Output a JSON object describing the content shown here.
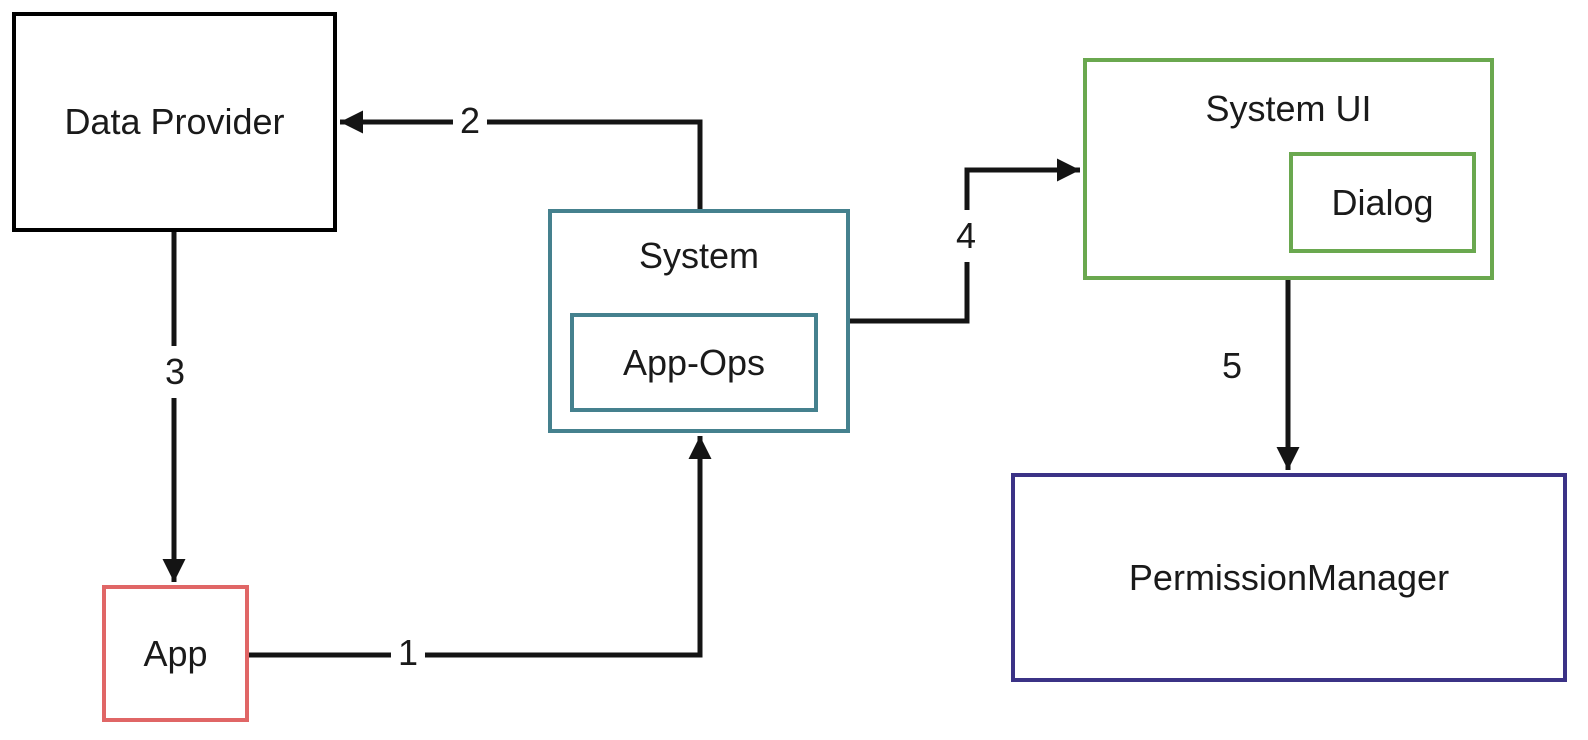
{
  "diagram": {
    "nodes": {
      "data_provider": {
        "label": "Data Provider",
        "border_color": "#000000"
      },
      "system": {
        "label": "System",
        "border_color": "#45818e"
      },
      "app_ops": {
        "label": "App-Ops",
        "border_color": "#45818e"
      },
      "system_ui": {
        "label": "System UI",
        "border_color": "#6aa84f"
      },
      "dialog": {
        "label": "Dialog",
        "border_color": "#6aa84f"
      },
      "app": {
        "label": "App",
        "border_color": "#e06666"
      },
      "permission_manager": {
        "label": "PermissionManager",
        "border_color": "#3b3286"
      }
    },
    "edges": [
      {
        "label": "1",
        "from": "App",
        "to": "System"
      },
      {
        "label": "2",
        "from": "System",
        "to": "Data Provider"
      },
      {
        "label": "3",
        "from": "Data Provider",
        "to": "App"
      },
      {
        "label": "4",
        "from": "System",
        "to": "System UI"
      },
      {
        "label": "5",
        "from": "System UI",
        "to": "PermissionManager"
      }
    ],
    "colors": {
      "line": "#141414",
      "text": "#1a1a1a",
      "background": "#ffffff"
    }
  }
}
